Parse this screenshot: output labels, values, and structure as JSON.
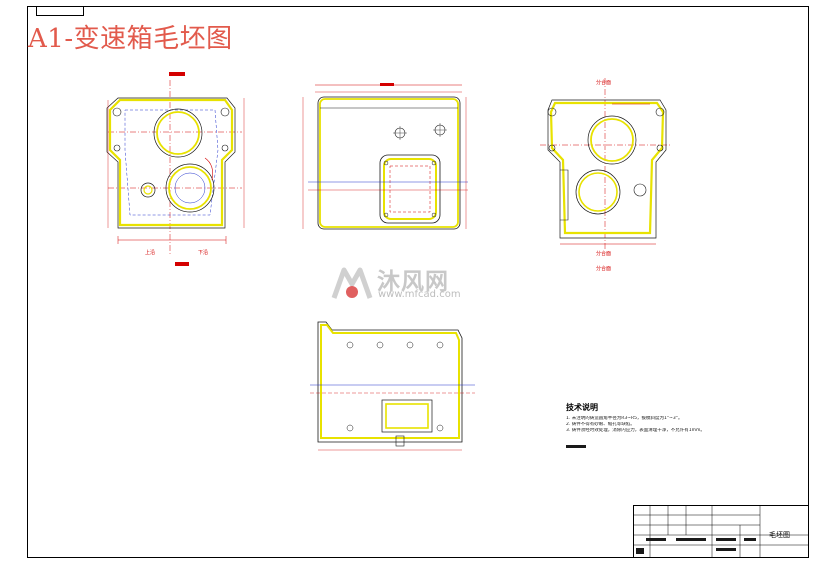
{
  "drawing": {
    "title": "A1-变速箱毛坯图",
    "views": {
      "left": {
        "top_label": "",
        "bottom_label_left": "上沿",
        "bottom_label_right": "下沿"
      },
      "right": {
        "top_label": "分合面",
        "bottom_label_1": "分合面",
        "bottom_label_2": "分合面"
      }
    }
  },
  "tech_notes": {
    "title": "技术说明",
    "items": [
      "1. 未注明的铸造圆角半径为R3~R5，拔模斜度为1°~3°。",
      "2. 铸件不得有砂眼、缩孔等缺陷。",
      "3. 铸件须经时效处理，消除内应力，表面清理干净，不允许有1mm。"
    ]
  },
  "title_block": {
    "drawing_name": "毛坯图"
  },
  "watermark": {
    "brand": "沐风网",
    "url": "www.mfcad.com"
  },
  "colors": {
    "outline": "#1a1a1a",
    "dimension": "#d40000",
    "hidden": "#2233cc",
    "fill_yellow": "#e8e200",
    "title": "#e25a4c"
  }
}
